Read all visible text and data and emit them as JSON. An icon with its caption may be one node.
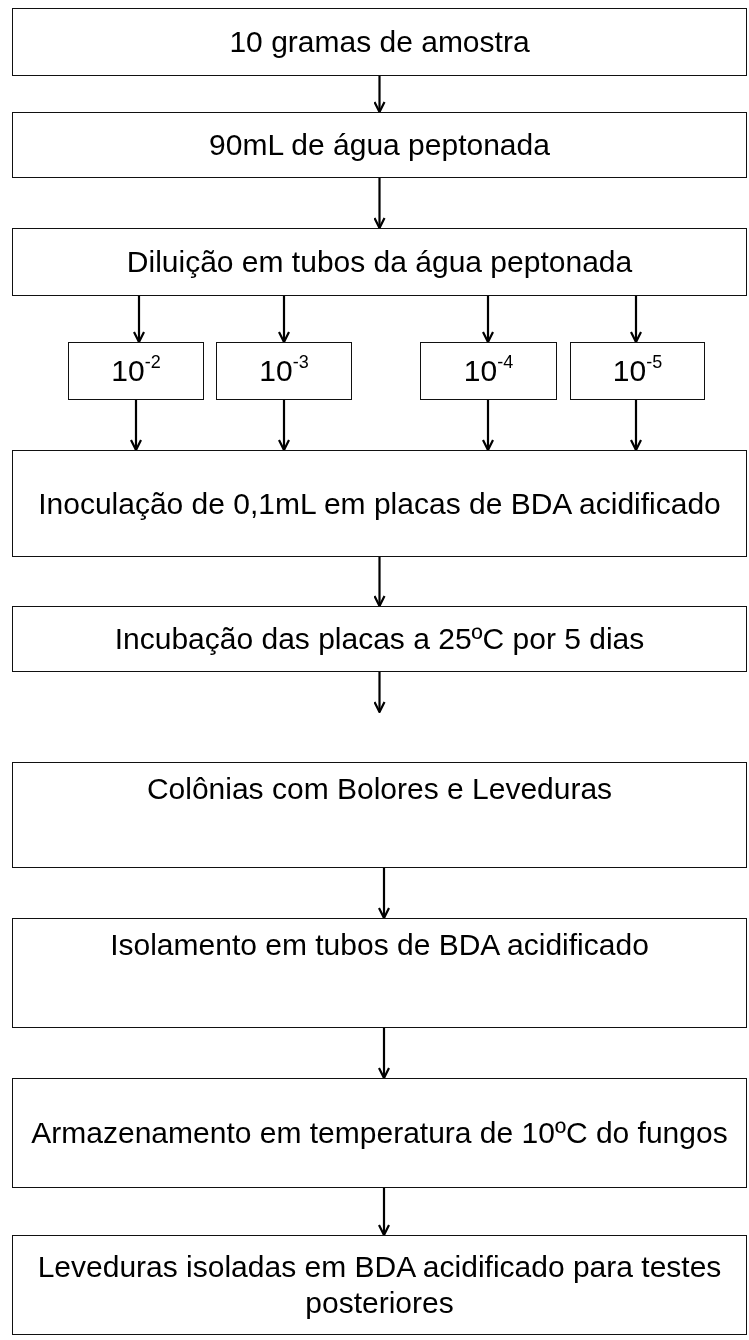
{
  "diagram": {
    "nodes": [
      {
        "text": [
          "10 gramas de amostra"
        ]
      },
      {
        "text": [
          "90mL de água peptonada"
        ]
      },
      {
        "text": [
          "Diluição em tubos da água peptonada"
        ]
      },
      {
        "text": [
          "10$^{-2}$"
        ]
      },
      {
        "text": [
          "10$^{-3}$"
        ]
      },
      {
        "text": [
          "10$^{-4}$"
        ]
      },
      {
        "text": [
          "10$^{-5}$"
        ]
      },
      {
        "text": [
          "Inoculação de 0,1mL em placas de BDA  acidificado"
        ]
      },
      {
        "text": [
          "Incubação das placas a 25ºC por 5 dias"
        ]
      },
      {
        "text": [
          "Colônias com Bolores e Leveduras"
        ]
      },
      {
        "text": [
          "Isolamento em tubos de BDA acidificado"
        ]
      },
      {
        "text": [
          "Armazenamento em temperatura de 10ºC do fungos"
        ]
      },
      {
        "text": [
          "Leveduras isoladas em BDA acidificado para testes posteriores"
        ]
      }
    ],
    "edges": [
      {
        "from": 0,
        "to": 1,
        "arrow": "to"
      },
      {
        "from": 1,
        "to": 2,
        "arrow": "to"
      },
      {
        "from": 2,
        "to": 3,
        "arrow": "to"
      },
      {
        "from": 2,
        "to": 4,
        "arrow": "to"
      },
      {
        "from": 2,
        "to": 5,
        "arrow": "to"
      },
      {
        "from": 2,
        "to": 6,
        "arrow": "to"
      },
      {
        "from": 3,
        "to": 7,
        "arrow": "to"
      },
      {
        "from": 4,
        "to": 7,
        "arrow": "to"
      },
      {
        "from": 5,
        "to": 7,
        "arrow": "to"
      },
      {
        "from": 6,
        "to": 7,
        "arrow": "to"
      },
      {
        "from": 7,
        "to": 8,
        "arrow": "to"
      },
      {
        "from": 8,
        "to": null,
        "arrow": "to"
      },
      {
        "from": 9,
        "to": 10,
        "arrow": "to"
      },
      {
        "from": 10,
        "to": 11,
        "arrow": "to"
      },
      {
        "from": 11,
        "to": 12,
        "arrow": "to"
      }
    ]
  }
}
